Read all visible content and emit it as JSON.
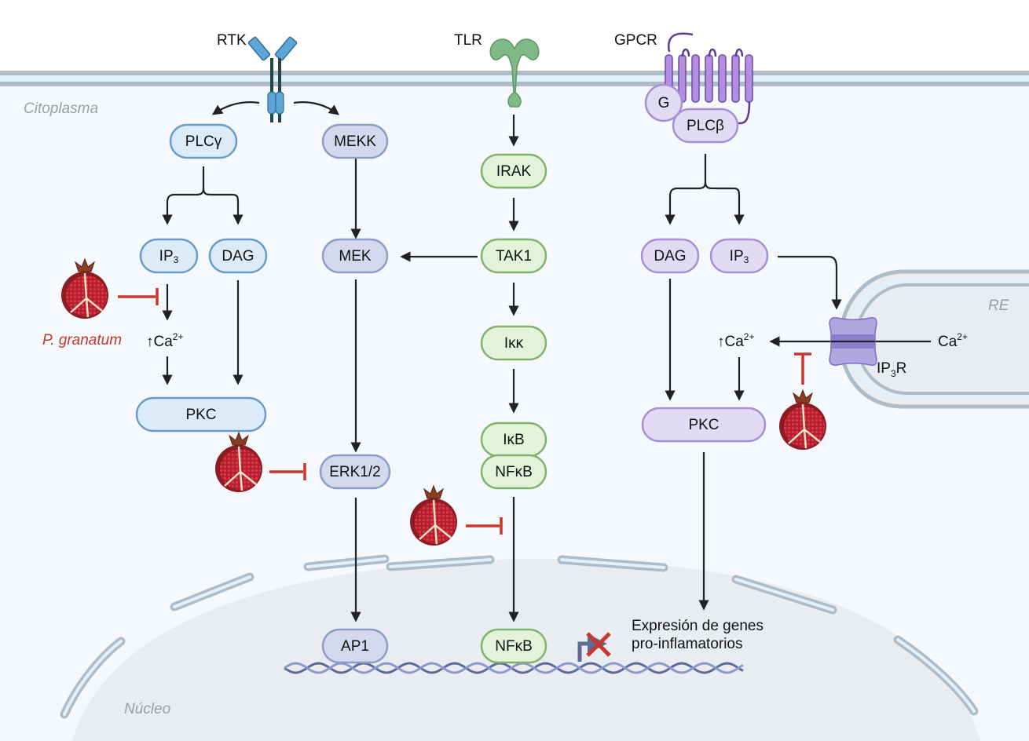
{
  "title": "Vías de señalización pro-inflamatorias inhibidas por P. granatum",
  "regions": {
    "cytoplasm": "Citoplasma",
    "nucleus": "Núcleo",
    "er": "RE"
  },
  "receptors": {
    "rtk": "RTK",
    "tlr": "TLR",
    "gpcr": "GPCR"
  },
  "colors": {
    "blue_fill": "#dcebf8",
    "blue_stroke": "#6a9ccb",
    "slate_fill": "#d3d8ec",
    "slate_stroke": "#8e9cc9",
    "green_fill": "#e2f3da",
    "green_stroke": "#82b36c",
    "purple_fill": "#e1dbf4",
    "purple_stroke": "#a68fd6",
    "inhibit": "#c8372d",
    "arrow": "#222222",
    "membrane": "#aebcc8"
  },
  "nodes": {
    "plcg": "PLCγ",
    "ip3_left": "IP",
    "ip3_left_sub": "3",
    "dag_left": "DAG",
    "pkc_left": "PKC",
    "mekk": "MEKK",
    "mek": "MEK",
    "erk": "ERK1/2",
    "ap1": "AP1",
    "irak": "IRAK",
    "tak1": "TAK1",
    "ikk": "Iκκ",
    "ikb": "IκB",
    "nfkb_complex": "NFκB",
    "nfkb_nucleus": "NFκB",
    "g_protein": "G",
    "plcb": "PLCβ",
    "dag_right": "DAG",
    "ip3_right": "IP",
    "ip3_right_sub": "3",
    "pkc_right": "PKC"
  },
  "calcium": {
    "left": "↑Ca",
    "right": "↑Ca",
    "er": "Ca",
    "charge": "2+"
  },
  "ip3r": {
    "prefix": "IP",
    "sub": "3",
    "suffix": "R"
  },
  "inhibitor": {
    "name": "P. granatum"
  },
  "gene_expression": {
    "line1": "Expresión de genes",
    "line2": "pro-inflamatorios"
  }
}
